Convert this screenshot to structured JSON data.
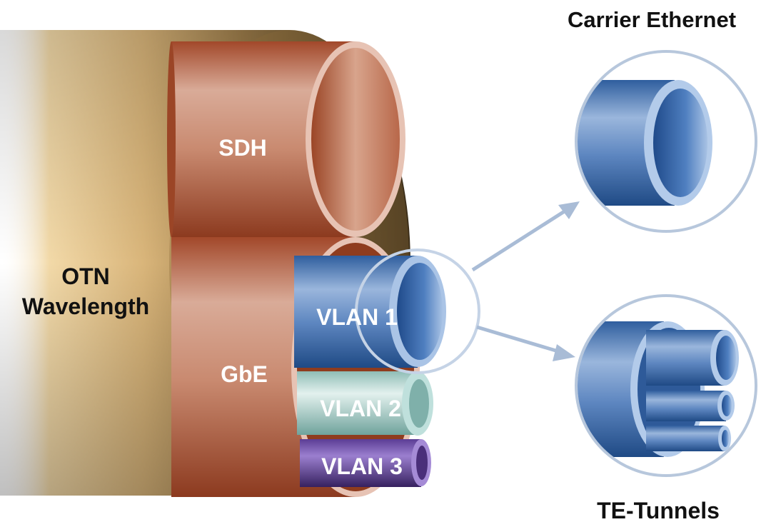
{
  "labels": {
    "otn_line1": "OTN",
    "otn_line2": "Wavelength",
    "sdh": "SDH",
    "gbe": "GbE",
    "vlan1": "VLAN 1",
    "vlan2": "VLAN 2",
    "vlan3": "VLAN 3",
    "carrier_ethernet": "Carrier Ethernet",
    "te_tunnels": "TE-Tunnels"
  },
  "colors": {
    "otn_tube": "#c9a260",
    "sdh_gbe_tube": "#b0603f",
    "vlan1_tube": "#3f6fad",
    "vlan2_tube": "#9fcfc8",
    "vlan3_tube": "#5a3d8e",
    "zoom_circle": "#b7c7dc",
    "arrow": "#a9bcd6",
    "text_dark": "#111111",
    "text_light": "#ffffff"
  }
}
